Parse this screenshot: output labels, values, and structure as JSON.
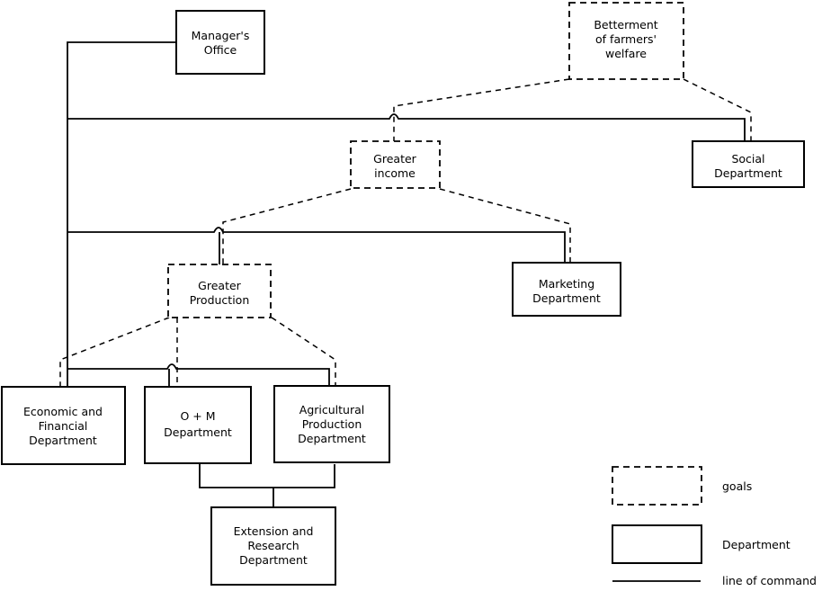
{
  "diagram": {
    "type": "organizational-goal-chart",
    "goals": {
      "betterment": [
        "Betterment",
        "of farmers'",
        "welfare"
      ],
      "income": [
        "Greater",
        "income"
      ],
      "production": [
        "Greater",
        "Production"
      ]
    },
    "departments": {
      "manager": [
        "Manager's",
        "Office"
      ],
      "social": [
        "Social",
        "Department"
      ],
      "marketing": [
        "Marketing",
        "Department"
      ],
      "economic": [
        "Economic and",
        "Financial",
        "Department"
      ],
      "om": [
        "O + M",
        "Department"
      ],
      "agricultural": [
        "Agricultural",
        "Production",
        "Department"
      ],
      "extension": [
        "Extension and",
        "Research",
        "Department"
      ]
    },
    "legend": {
      "goals": "goals",
      "department": "Department",
      "line": "line of command"
    }
  }
}
